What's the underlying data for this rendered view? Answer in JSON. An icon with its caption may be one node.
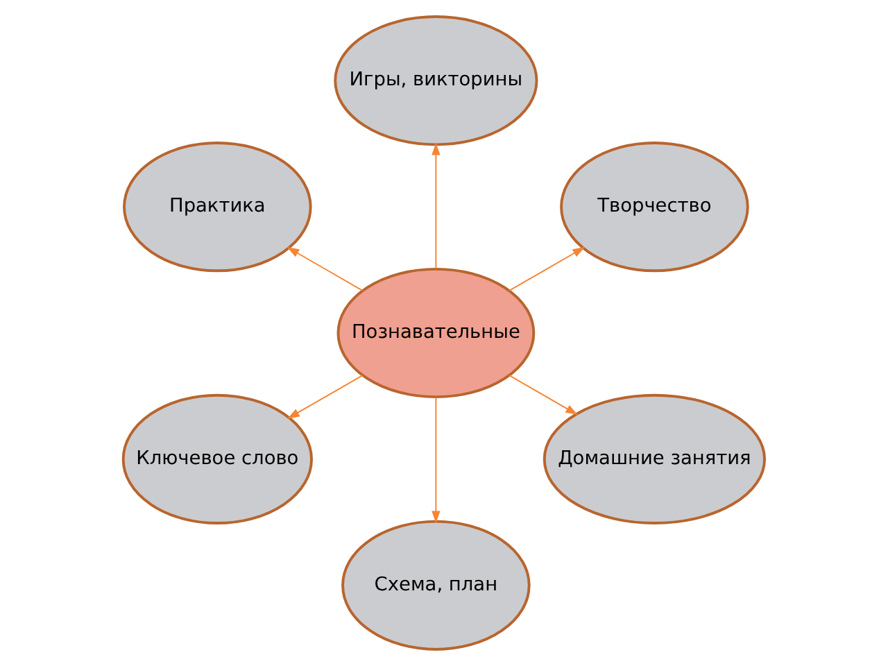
{
  "diagram": {
    "nodes": [
      {
        "text": [
          "Творчество"
        ]
      },
      {
        "text": [
          "Игры, викторины"
        ]
      },
      {
        "text": [
          "Практика"
        ]
      },
      {
        "text": [
          "Познавательные"
        ]
      },
      {
        "text": [
          "Ключевое слово"
        ]
      },
      {
        "text": [
          "Схема, план"
        ]
      },
      {
        "text": [
          "Домашние занятия"
        ]
      }
    ],
    "edges": [
      {
        "from": 3,
        "to": 0,
        "arrow": "to"
      },
      {
        "from": 3,
        "to": 1,
        "arrow": "to"
      },
      {
        "from": 3,
        "to": 2,
        "arrow": "to"
      },
      {
        "from": 3,
        "to": 4,
        "arrow": "to"
      },
      {
        "from": 3,
        "to": 5,
        "arrow": "to"
      },
      {
        "from": 3,
        "to": 6,
        "arrow": "to"
      }
    ]
  }
}
